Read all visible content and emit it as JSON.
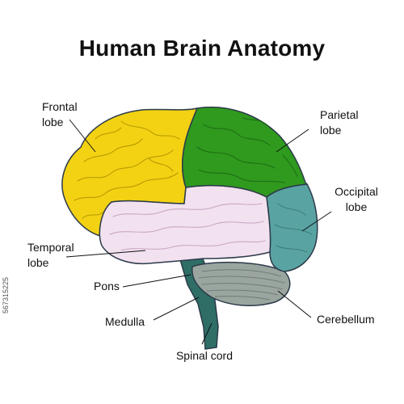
{
  "title": "Human Brain Anatomy",
  "labels": {
    "frontal": "Frontal\nlobe",
    "parietal": "Parietal\nlobe",
    "occipital": "Occipital\nlobe",
    "temporal": "Temporal\nlobe",
    "pons": "Pons",
    "medulla": "Medulla",
    "cerebellum": "Cerebellum",
    "spinal_cord": "Spinal cord"
  },
  "colors": {
    "frontal": "#f2d213",
    "parietal": "#2f9a1e",
    "occipital": "#5aa3a3",
    "temporal": "#f2e1ef",
    "cerebellum": "#9aa59f",
    "brainstem": "#2e6e66",
    "outline": "#2c3a4a"
  },
  "stock_id": "567315225"
}
